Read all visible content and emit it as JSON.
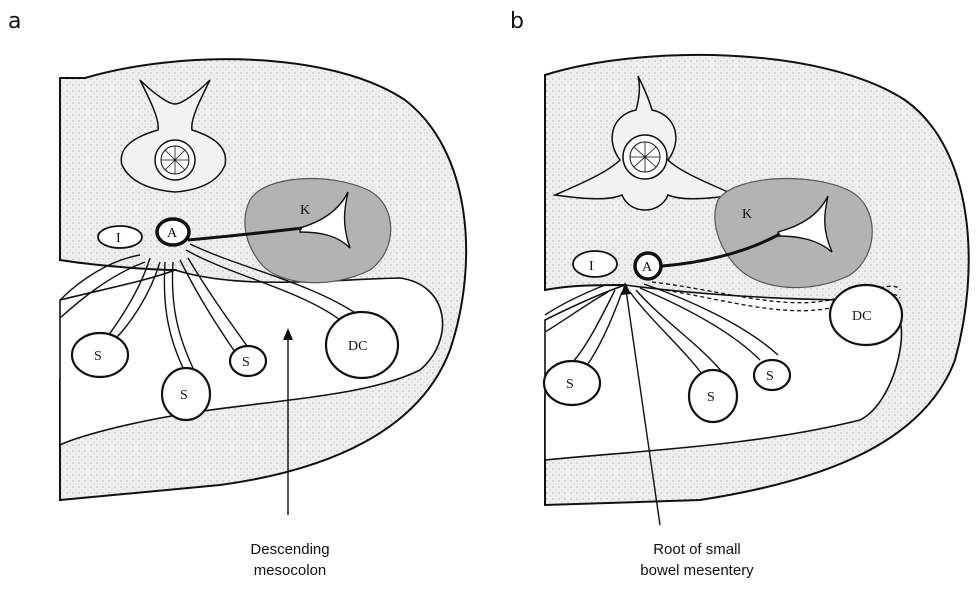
{
  "panels": [
    {
      "letter": "a",
      "labels": {
        "kidney": "K",
        "aorta": "A",
        "ivc": "I",
        "colon": "DC",
        "bowel": "S"
      },
      "caption": [
        "Descending",
        "mesocolon"
      ]
    },
    {
      "letter": "b",
      "labels": {
        "kidney": "K",
        "aorta": "A",
        "ivc": "I",
        "colon": "DC",
        "bowel": "S"
      },
      "caption": [
        "Root of small",
        "bowel mesentery"
      ]
    }
  ],
  "colors": {
    "tissue": "#ebebeb",
    "kidney": "#b3b3b3",
    "ink": "#111111"
  }
}
